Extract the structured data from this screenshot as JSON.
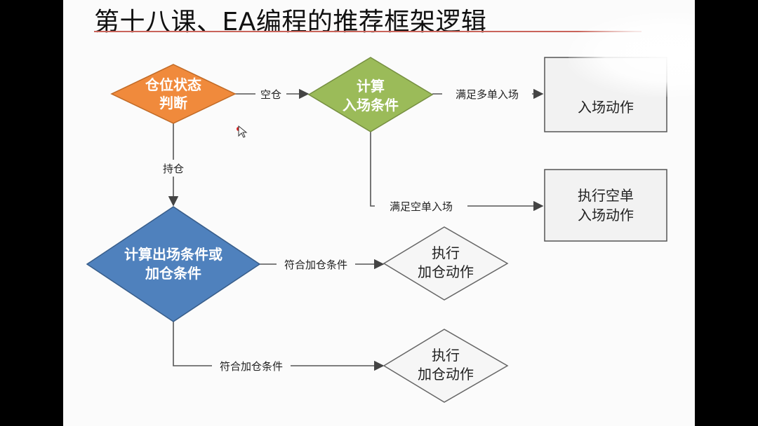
{
  "title": "第十八课、EA编程的推荐框架逻辑",
  "colors": {
    "orange": "#f08a3c",
    "green": "#9bbb59",
    "blue": "#4f81bd",
    "rule": "#c9645a",
    "box_fill": "#f2f2f2",
    "box_stroke": "#555555"
  },
  "nodes": {
    "position_check": {
      "line1": "仓位状态",
      "line2": "判断"
    },
    "entry_calc": {
      "line1": "计算",
      "line2": "入场条件"
    },
    "exit_calc": {
      "line1": "计算出场条件或",
      "line2": "加仓条件"
    },
    "long_entry": {
      "line1": "入场动作"
    },
    "short_entry": {
      "line1": "执行空单",
      "line2": "入场动作"
    },
    "add_action_1": {
      "line1": "执行",
      "line2": "加仓动作"
    },
    "add_action_2": {
      "line1": "执行",
      "line2": "加仓动作"
    }
  },
  "edges": {
    "empty": "空仓",
    "holding": "持仓",
    "long_condition": "满足多单入场",
    "short_condition": "满足空单入场",
    "add_condition_1": "符合加仓条件",
    "add_condition_2": "符合加仓条件"
  }
}
